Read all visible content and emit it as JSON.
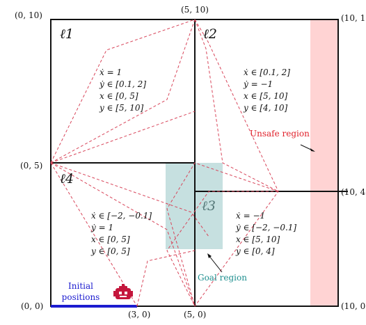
{
  "coordinates": {
    "top_left": "(0, 10)",
    "top_mid": "(5, 10)",
    "top_right": "(10, 1",
    "mid_left": "(0, 5)",
    "mid_right": "(10, 4",
    "bottom_left": "(0, 0)",
    "bottom_3": "(3, 0)",
    "bottom_5": "(5, 0)",
    "bottom_right": "(10, 0"
  },
  "locations": {
    "l1": "ℓ1",
    "l2": "ℓ2",
    "l3": "ℓ3",
    "l4": "ℓ4"
  },
  "conditions": {
    "l1": [
      "ẋ = 1",
      "ẏ ∈ [0.1, 2]",
      "x ∈ [0, 5]",
      "y ∈ [5, 10]"
    ],
    "l2": [
      "ẋ ∈ [0.1, 2]",
      "ẏ = −1",
      "x ∈ [5, 10]",
      "y ∈ [4, 10]"
    ],
    "l3": [
      "ẋ = −1",
      "ẏ ∈ [−2, −0.1]",
      "x ∈ [5, 10]",
      "y ∈ [0, 4]"
    ],
    "l4": [
      "ẋ ∈ [−2, −0.1]",
      "ẏ = 1",
      "x ∈ [0, 5]",
      "y ∈ [0, 5]"
    ]
  },
  "annotations": {
    "unsafe": "Unsafe region",
    "goal": "Goal region",
    "initial_line1": "Initial",
    "initial_line2": "positions"
  },
  "icons": [
    "robot-icon"
  ],
  "colors": {
    "unsafe_fill": "#ffd3d3",
    "goal_fill": "#c6e0e0",
    "trajectory": "#d8455a",
    "initial_line": "#1c1ccf",
    "unsafe_text": "#e0202a",
    "goal_text": "#1f8f8f",
    "initial_text": "#1c1ccf",
    "robot": "#c4163c"
  }
}
